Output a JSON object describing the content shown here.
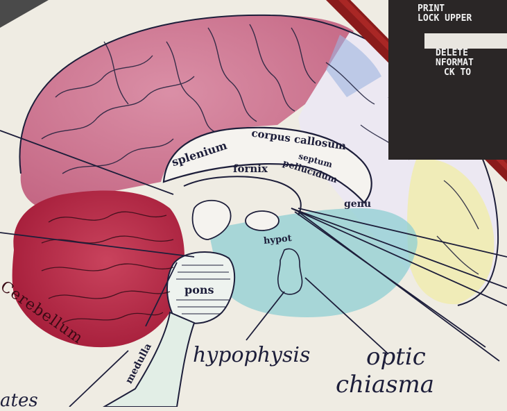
{
  "image": {
    "subject": "hand-drawn watercolor sagittal brain diagram",
    "colors": {
      "paper": "#efece3",
      "cerebrum": "#c9708f",
      "cerebellum": "#b3213f",
      "brainstem": "#8fcfd3",
      "frontal": "#efe9b0",
      "ink": "#1d1e3a",
      "pencil": "#8a1b1b",
      "card": "#2a2626"
    }
  },
  "labels": {
    "splenium": "splenium",
    "corpus_callosum": "corpus callosum",
    "fornix": "fornix",
    "septum": "septum",
    "pellucidum": "pellucidum",
    "genu": "genu",
    "hypot": "hypot",
    "pons": "pons",
    "cerebellum": "Cerebellum",
    "medulla": "medulla",
    "hypophysis": "hypophysis",
    "optic": "optic",
    "chiasma": "chiasma",
    "partial_bottom": "ates"
  },
  "card": {
    "line1": "PRINT",
    "line2": "LOCK UPPER",
    "line3": "DELETE",
    "line4": "NFORMAT",
    "line5": "CK TO"
  }
}
